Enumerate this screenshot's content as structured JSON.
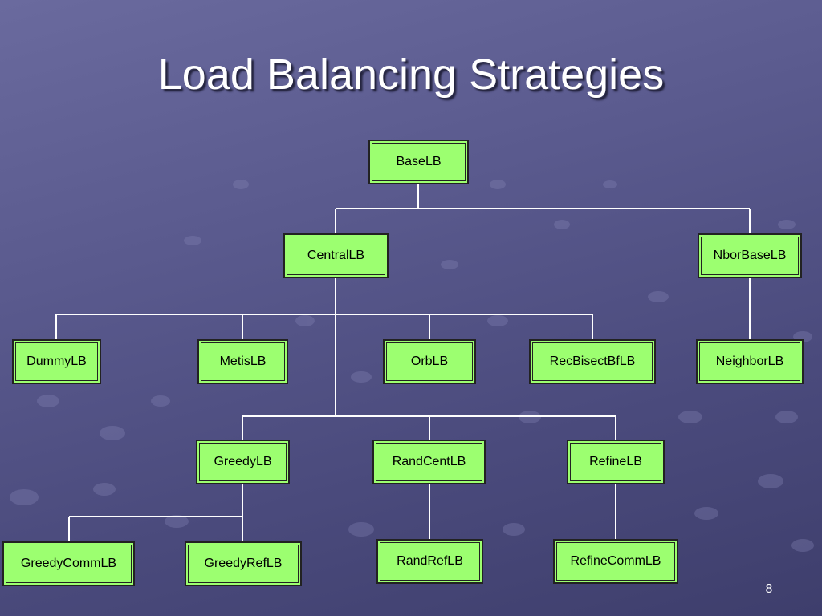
{
  "slide": {
    "title": "Load Balancing Strategies",
    "page_number": "8"
  },
  "colors": {
    "node_fill": "#9cff70",
    "node_border": "#222222",
    "connector": "#ffffff",
    "title_text": "#ffffff"
  },
  "nodes": {
    "baselb": "BaseLB",
    "centrallb": "CentralLB",
    "nborbaselb": "NborBaseLB",
    "dummylb": "DummyLB",
    "metislb": "MetisLB",
    "orblb": "OrbLB",
    "recbisectbflb": "RecBisectBfLB",
    "neighborlb": "NeighborLB",
    "greedylb": "GreedyLB",
    "randcentlb": "RandCentLB",
    "refinelb": "RefineLB",
    "greedycommlb": "GreedyCommLB",
    "greedyreflb": "GreedyRefLB",
    "randreflb": "RandRefLB",
    "refinecommlb": "RefineCommLB"
  },
  "hierarchy": [
    {
      "parent": "baselb",
      "children": [
        "centrallb",
        "nborbaselb"
      ]
    },
    {
      "parent": "centrallb",
      "children": [
        "dummylb",
        "metislb",
        "orblb",
        "recbisectbflb",
        "greedylb",
        "randcentlb",
        "refinelb"
      ]
    },
    {
      "parent": "nborbaselb",
      "children": [
        "neighborlb"
      ]
    },
    {
      "parent": "greedylb",
      "children": [
        "greedycommlb",
        "greedyreflb"
      ]
    },
    {
      "parent": "randcentlb",
      "children": [
        "randreflb"
      ]
    },
    {
      "parent": "refinelb",
      "children": [
        "refinecommlb"
      ]
    }
  ]
}
